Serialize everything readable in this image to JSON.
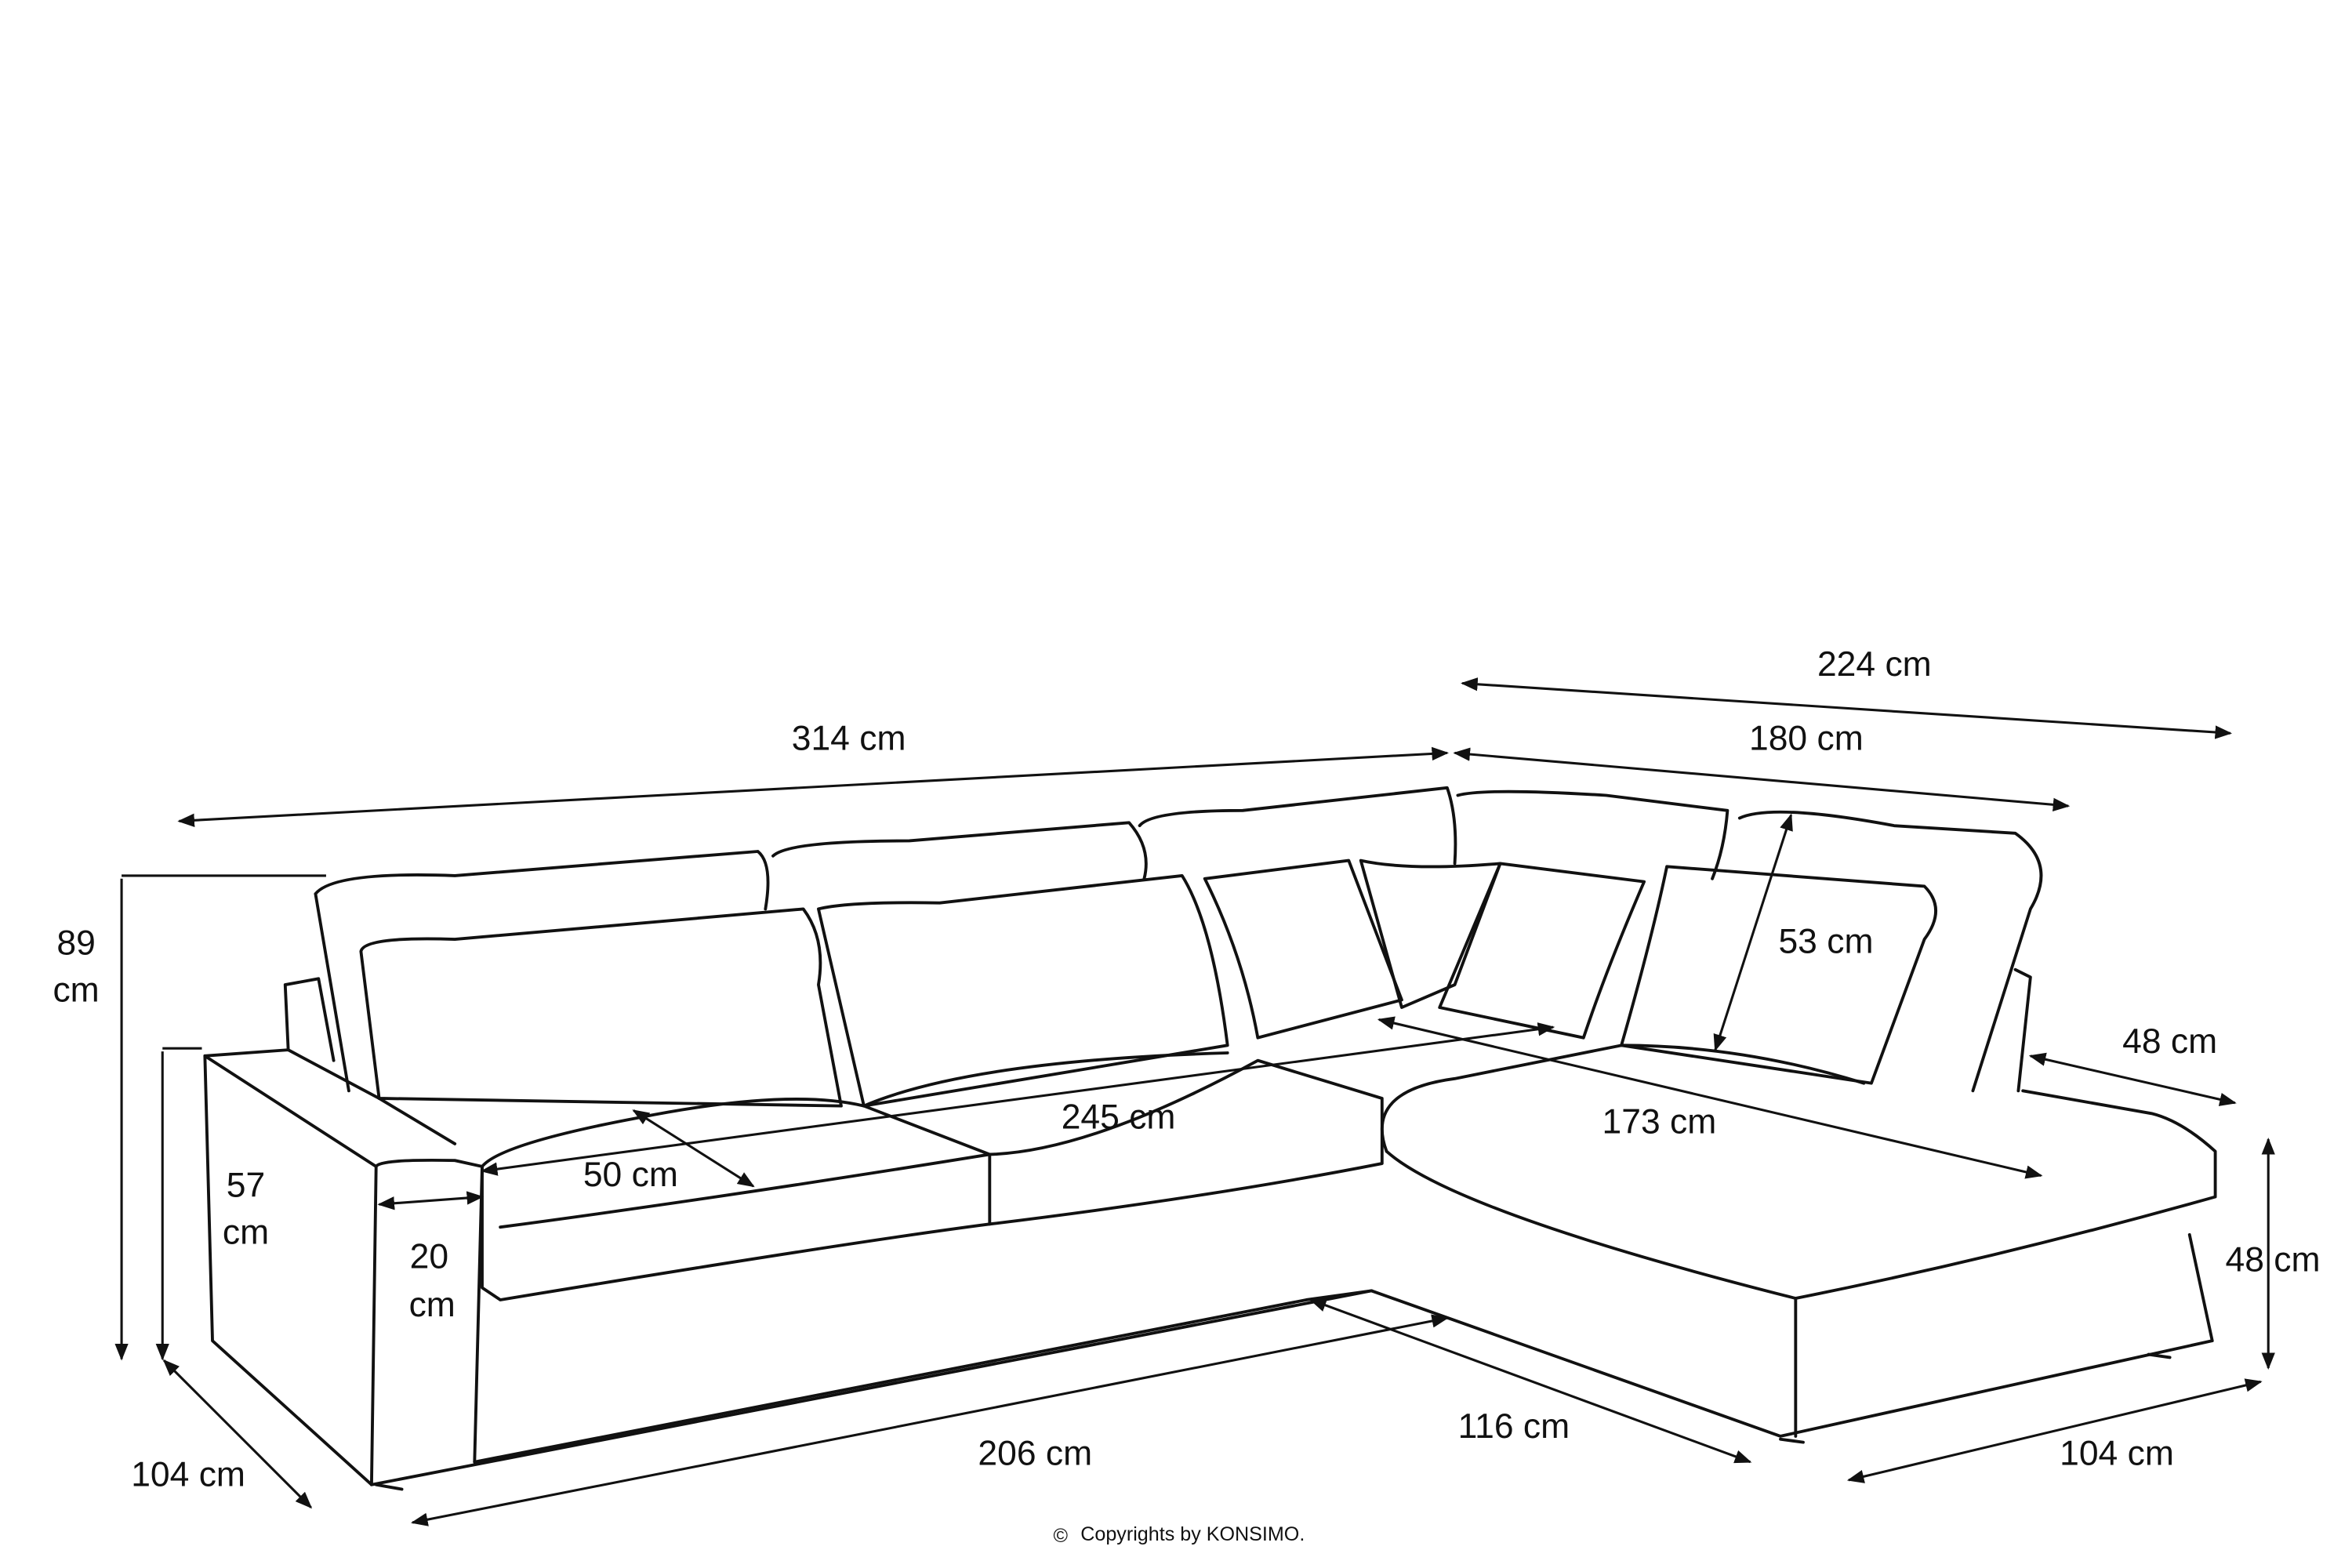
{
  "dimensions": {
    "total_width_right": "224 cm",
    "chaise_back_width": "180 cm",
    "total_width_left": "314 cm",
    "height_value": "89",
    "height_unit": "cm",
    "arm_height_value": "57",
    "arm_height_unit": "cm",
    "depth_left": "104 cm",
    "arm_width_value": "20",
    "arm_width_unit": "cm",
    "seat_depth": "50 cm",
    "seat_width": "245 cm",
    "chaise_seat_length": "173 cm",
    "back_height": "53 cm",
    "chaise_back_depth": "48 cm",
    "seat_height": "48 cm",
    "depth_right": "104 cm",
    "chaise_front": "116 cm",
    "front_length": "206 cm"
  },
  "copyright": {
    "symbol": "©",
    "text": "Copyrights by KONSIMO."
  }
}
